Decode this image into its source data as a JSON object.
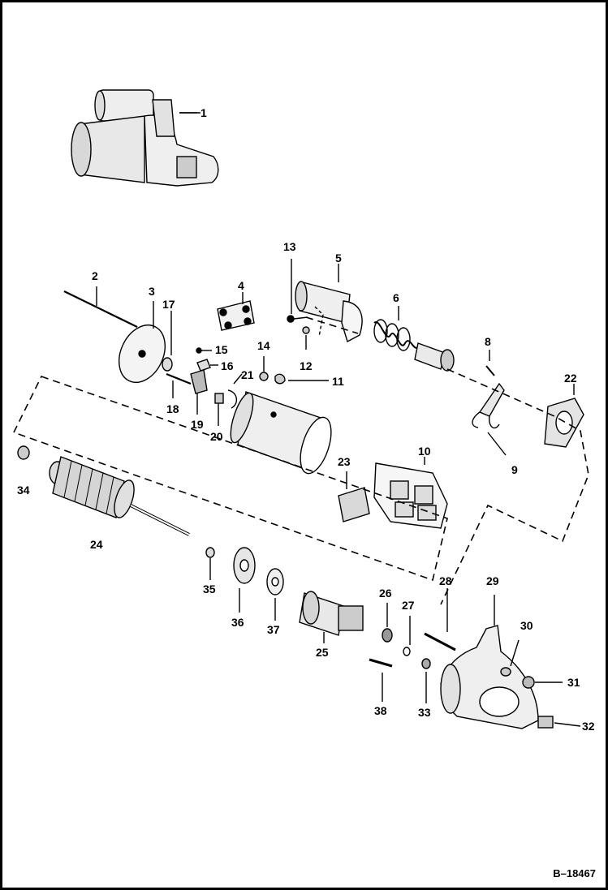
{
  "figure_code": "B–18467",
  "callouts": [
    {
      "id": "1",
      "text": "1"
    },
    {
      "id": "2",
      "text": "2"
    },
    {
      "id": "3",
      "text": "3"
    },
    {
      "id": "4",
      "text": "4"
    },
    {
      "id": "5",
      "text": "5"
    },
    {
      "id": "6",
      "text": "6"
    },
    {
      "id": "8",
      "text": "8"
    },
    {
      "id": "9",
      "text": "9"
    },
    {
      "id": "10",
      "text": "10"
    },
    {
      "id": "11",
      "text": "11"
    },
    {
      "id": "12",
      "text": "12"
    },
    {
      "id": "13",
      "text": "13"
    },
    {
      "id": "14",
      "text": "14"
    },
    {
      "id": "15",
      "text": "15"
    },
    {
      "id": "16",
      "text": "16"
    },
    {
      "id": "17",
      "text": "17"
    },
    {
      "id": "18",
      "text": "18"
    },
    {
      "id": "19",
      "text": "19"
    },
    {
      "id": "20",
      "text": "20"
    },
    {
      "id": "21",
      "text": "21"
    },
    {
      "id": "22",
      "text": "22"
    },
    {
      "id": "23",
      "text": "23"
    },
    {
      "id": "24",
      "text": "24"
    },
    {
      "id": "25",
      "text": "25"
    },
    {
      "id": "26",
      "text": "26"
    },
    {
      "id": "27",
      "text": "27"
    },
    {
      "id": "28",
      "text": "28"
    },
    {
      "id": "29",
      "text": "29"
    },
    {
      "id": "30",
      "text": "30"
    },
    {
      "id": "31",
      "text": "31"
    },
    {
      "id": "32",
      "text": "32"
    },
    {
      "id": "33",
      "text": "33"
    },
    {
      "id": "34",
      "text": "34"
    },
    {
      "id": "35",
      "text": "35"
    },
    {
      "id": "36",
      "text": "36"
    },
    {
      "id": "37",
      "text": "37"
    },
    {
      "id": "38",
      "text": "38"
    }
  ]
}
